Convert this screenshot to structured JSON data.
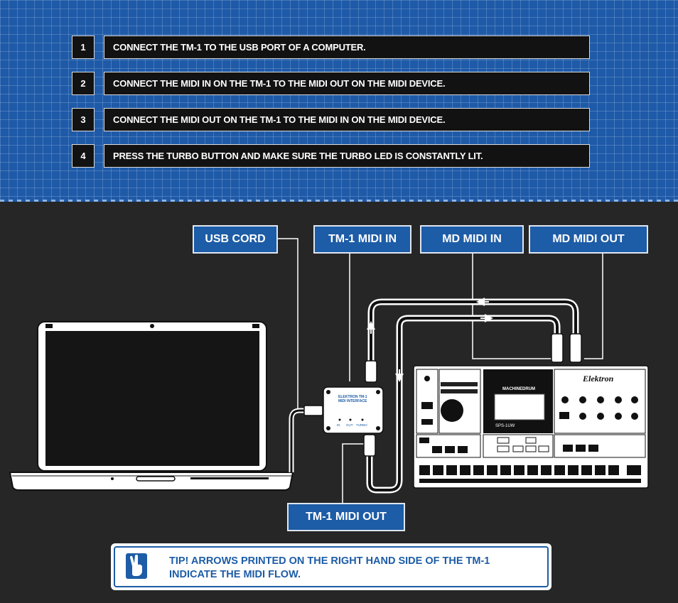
{
  "steps": [
    {
      "number": "1",
      "text": "CONNECT THE TM-1 TO THE USB PORT OF A COMPUTER."
    },
    {
      "number": "2",
      "text": "CONNECT THE MIDI IN ON THE TM-1 TO THE MIDI OUT ON THE MIDI DEVICE."
    },
    {
      "number": "3",
      "text": "CONNECT THE MIDI OUT ON THE TM-1 TO THE MIDI IN ON THE MIDI DEVICE."
    },
    {
      "number": "4",
      "text": "PRESS THE TURBO BUTTON AND MAKE SURE THE TURBO LED IS CONSTANTLY LIT."
    }
  ],
  "callouts": {
    "usb_cord": "USB CORD",
    "tm1_midi_in": "TM-1 MIDI IN",
    "md_midi_in": "MD MIDI IN",
    "md_midi_out": "MD MIDI OUT",
    "tm1_midi_out": "TM-1 MIDI OUT"
  },
  "tm1_box": {
    "title_line1": "ELEKTRON TM-1",
    "title_line2": "MIDI INTERFACE",
    "port_in": "IN",
    "port_out": "OUT",
    "port_turbo": "TURBO"
  },
  "machinedrum": {
    "brand": "Elektron",
    "model": "MACHINEDRUM",
    "screen_text": "SPS-1UW"
  },
  "tip": {
    "text_line1": "TIP! ARROWS PRINTED ON THE RIGHT HAND SIDE OF THE TM-1",
    "text_line2": "INDICATE THE MIDI FLOW.",
    "icon": "hand-peace-icon"
  },
  "colors": {
    "grid_blue": "#1e5aa8",
    "label_blue": "#1d5ca6",
    "dark_bg": "#262626"
  }
}
